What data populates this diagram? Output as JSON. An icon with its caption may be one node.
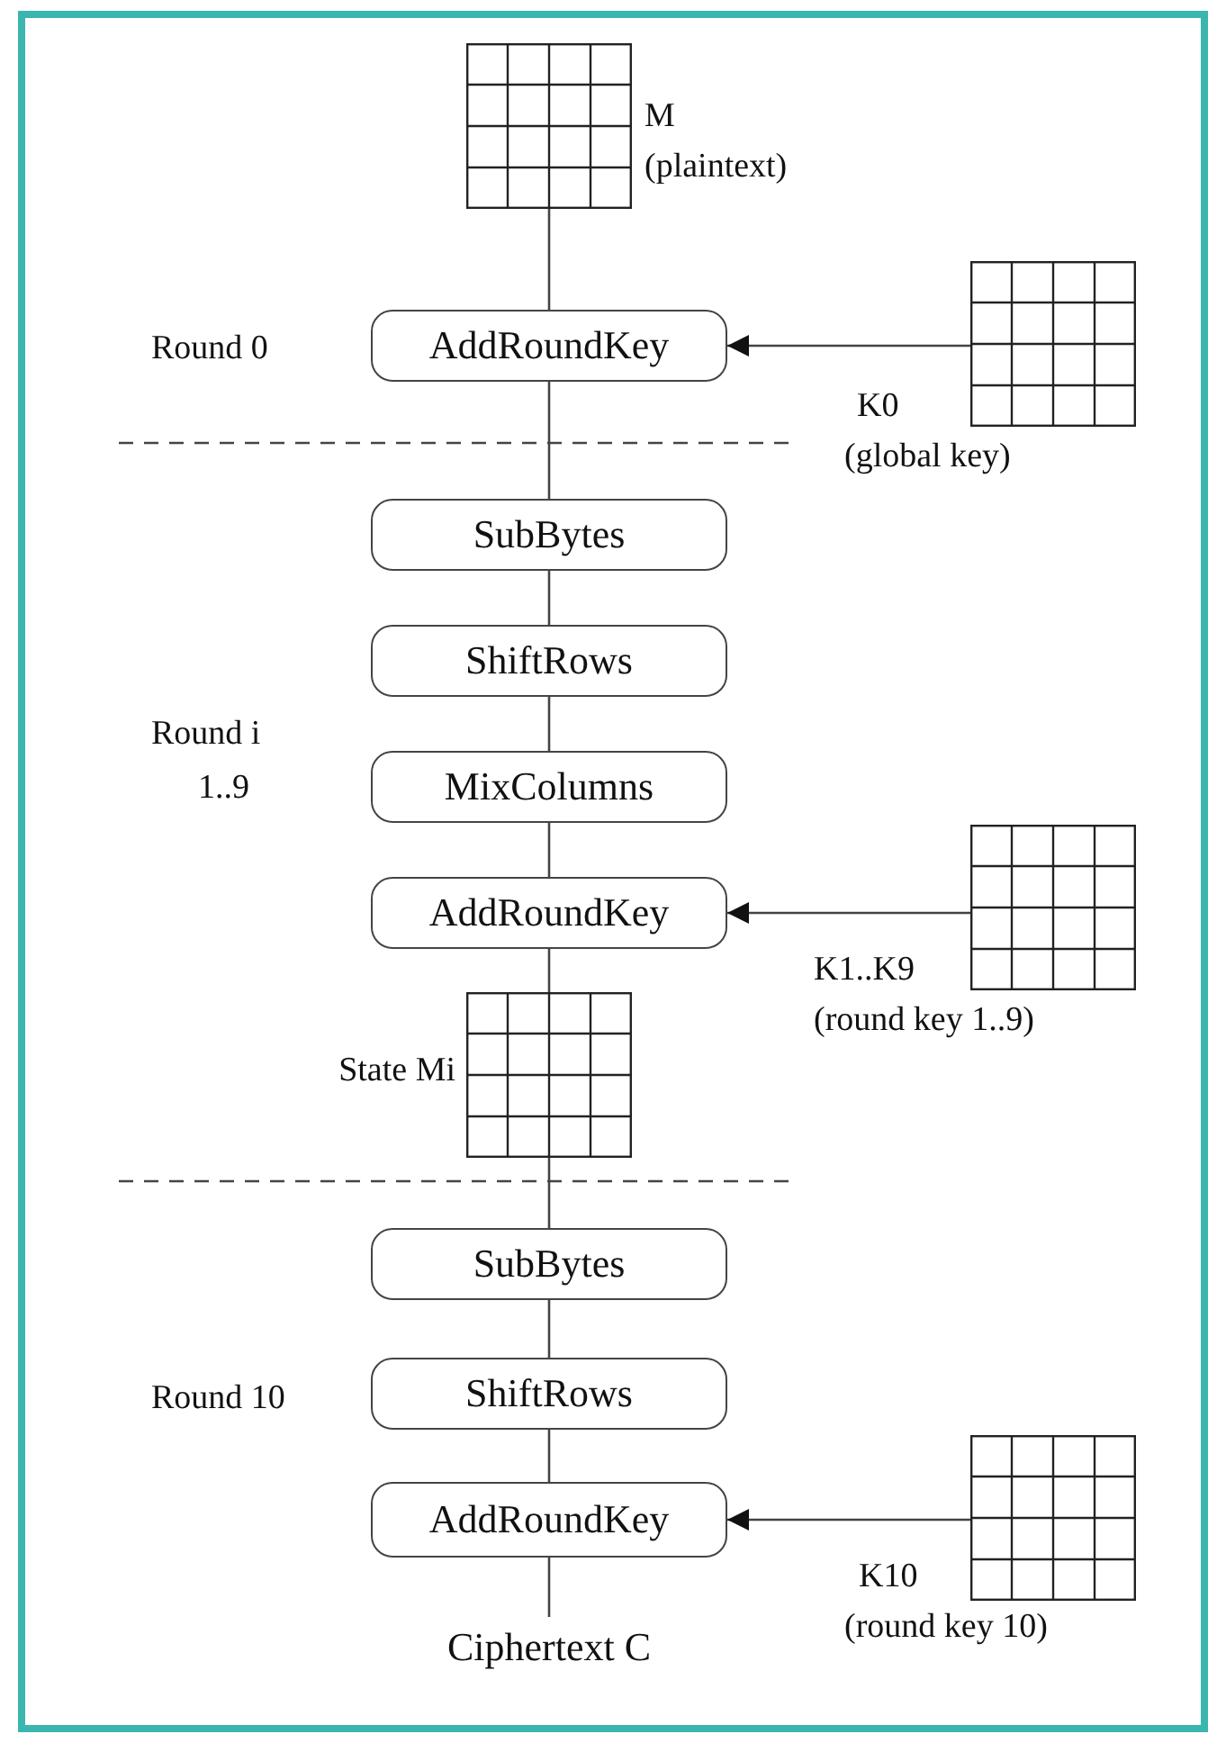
{
  "diagram": {
    "nodes": [
      {
        "text": [],
        "shape": "grid",
        "beside": [
          "M",
          "(plaintext)"
        ]
      },
      {
        "text": [
          "AddRoundKey"
        ]
      },
      {
        "text": [],
        "shape": "grid",
        "beside": [
          "K0",
          "(global key)"
        ]
      },
      {
        "text": [
          "SubBytes"
        ]
      },
      {
        "text": [
          "ShiftRows"
        ]
      },
      {
        "text": [
          "MixColumns"
        ]
      },
      {
        "text": [
          "AddRoundKey"
        ]
      },
      {
        "text": [],
        "shape": "grid",
        "beside": [
          "K1..K9",
          "(round key 1..9)"
        ]
      },
      {
        "text": [],
        "shape": "grid",
        "beside": [
          "State Mi"
        ]
      },
      {
        "text": [
          "SubBytes"
        ]
      },
      {
        "text": [
          "ShiftRows"
        ]
      },
      {
        "text": [
          "AddRoundKey"
        ]
      },
      {
        "text": [],
        "shape": "grid",
        "beside": [
          "K10",
          "(round key 10)"
        ]
      },
      {
        "text": [
          "Ciphertext C"
        ]
      }
    ],
    "edges": [
      {
        "from": 0,
        "to": 1,
        "arrow": "none"
      },
      {
        "from": 2,
        "to": 1,
        "arrow": "to"
      },
      {
        "from": 1,
        "to": 3,
        "arrow": "none"
      },
      {
        "from": 3,
        "to": 4,
        "arrow": "none"
      },
      {
        "from": 4,
        "to": 5,
        "arrow": "none"
      },
      {
        "from": 5,
        "to": 6,
        "arrow": "none"
      },
      {
        "from": 7,
        "to": 6,
        "arrow": "to"
      },
      {
        "from": 6,
        "to": 8,
        "arrow": "none"
      },
      {
        "from": 8,
        "to": 9,
        "arrow": "none"
      },
      {
        "from": 9,
        "to": 10,
        "arrow": "none"
      },
      {
        "from": 10,
        "to": 11,
        "arrow": "none"
      },
      {
        "from": 12,
        "to": 11,
        "arrow": "to"
      },
      {
        "from": 11,
        "to": 13,
        "arrow": "none"
      }
    ],
    "labels": [
      "Round 0",
      "Round i",
      "1..9",
      "Round 10"
    ]
  }
}
